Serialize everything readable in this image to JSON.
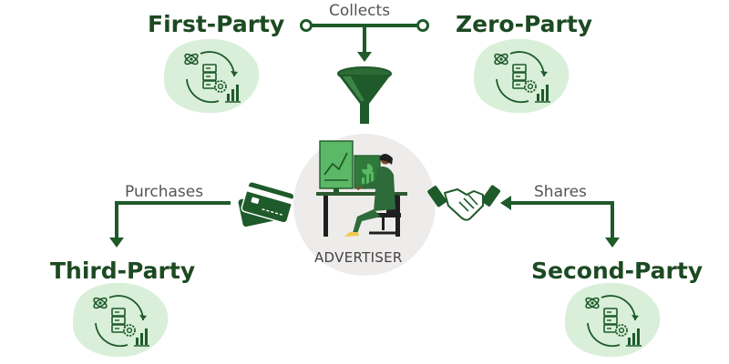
{
  "nodes": {
    "first_party": "First-Party",
    "zero_party": "Zero-Party",
    "third_party": "Third-Party",
    "second_party": "Second-Party",
    "advertiser": "ADVERTISER"
  },
  "edges": {
    "collects": "Collects",
    "purchases": "Purchases",
    "shares": "Shares"
  },
  "icons": {
    "data_source": "data-analytics-icon",
    "funnel": "funnel-icon",
    "credit_cards": "credit-card-icon",
    "handshake": "handshake-icon",
    "advertiser": "advertiser-at-desk-icon"
  },
  "colors": {
    "primary_green": "#1e5a2a",
    "title_green": "#1c4a22",
    "blob_green": "#d9efd9",
    "bright_green": "#5bb866",
    "circle_grey": "#eeeceb"
  }
}
